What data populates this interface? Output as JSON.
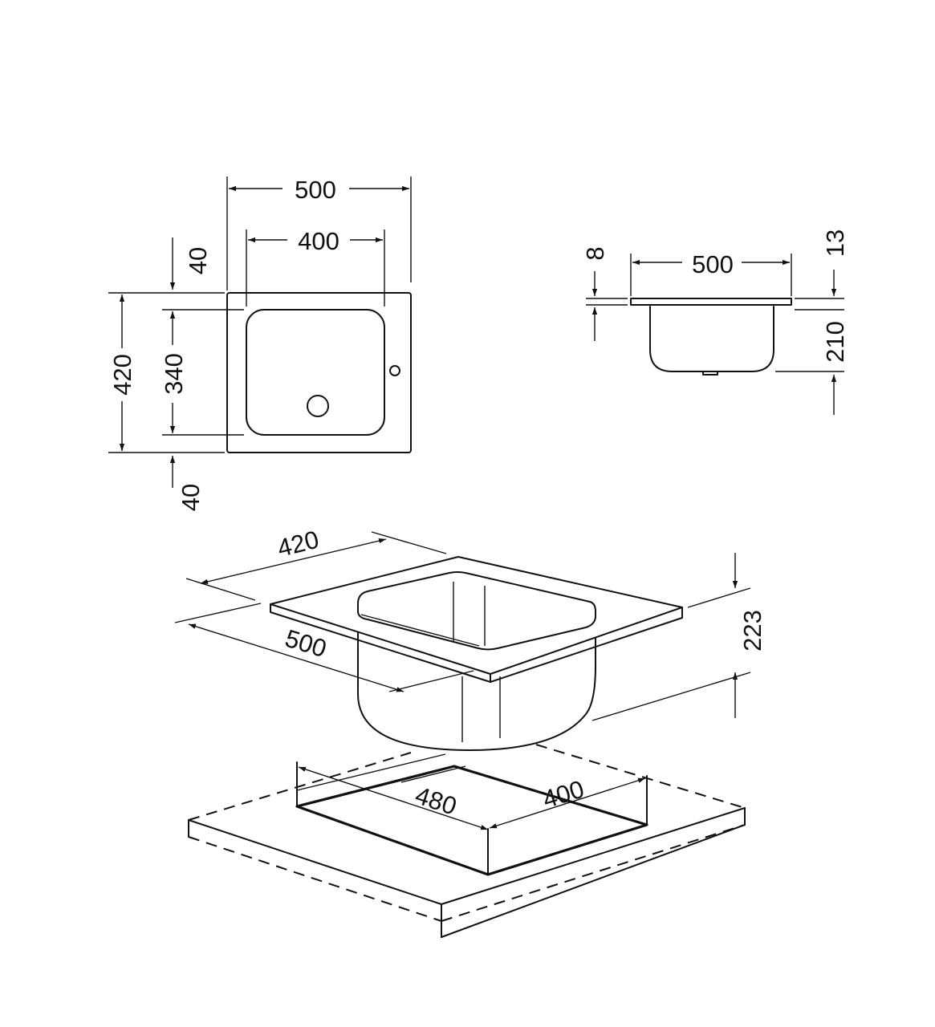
{
  "top_view": {
    "overall_width": "500",
    "bowl_width": "400",
    "overall_depth": "420",
    "bowl_depth": "340",
    "margin_top": "40",
    "margin_bottom": "40"
  },
  "side_view": {
    "overall_width": "500",
    "flange_thickness": "8",
    "rim_height": "13",
    "bowl_height": "210"
  },
  "iso_view": {
    "depth": "420",
    "width": "500",
    "total_height": "223"
  },
  "cutout": {
    "width": "480",
    "depth": "400"
  }
}
